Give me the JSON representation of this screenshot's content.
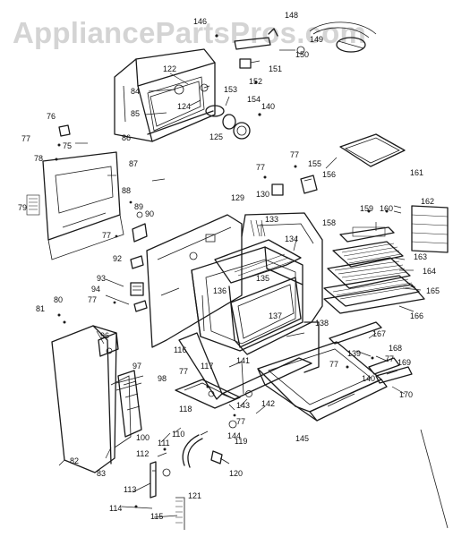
{
  "watermark": "AppliancePartsPros.com",
  "part_numbers": [
    "75",
    "76",
    "77",
    "78",
    "79",
    "80",
    "81",
    "82",
    "83",
    "84",
    "85",
    "86",
    "87",
    "88",
    "89",
    "90",
    "92",
    "93",
    "94",
    "96",
    "97",
    "98",
    "100",
    "110",
    "111",
    "112",
    "113",
    "114",
    "115",
    "116",
    "117",
    "118",
    "119",
    "120",
    "121",
    "122",
    "124",
    "125",
    "129",
    "130",
    "133",
    "134",
    "135",
    "136",
    "137",
    "138",
    "139",
    "140",
    "141",
    "142",
    "143",
    "144",
    "145",
    "146",
    "148",
    "149",
    "150",
    "151",
    "152",
    "153",
    "154",
    "155",
    "156",
    "158",
    "159",
    "160",
    "161",
    "162",
    "163",
    "164",
    "165",
    "166",
    "167",
    "168",
    "169",
    "170"
  ]
}
